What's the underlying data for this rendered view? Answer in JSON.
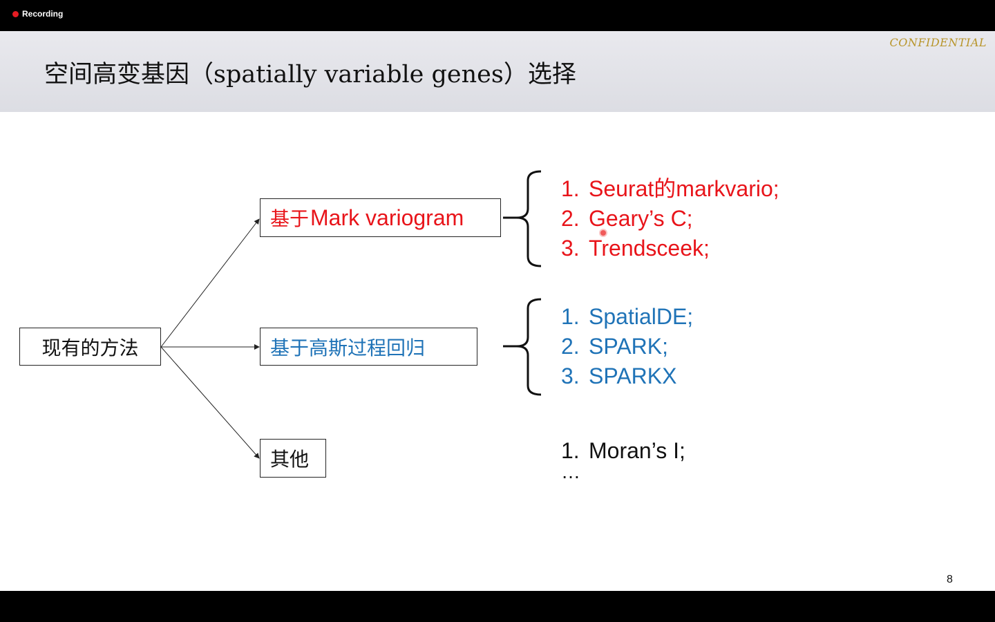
{
  "recorder": {
    "label": "Recording",
    "dot_color": "#e51c23"
  },
  "slide": {
    "confidential": "CONFIDENTIAL",
    "title": "空间高变基因（spatially variable genes）选择",
    "root_box": "现有的方法",
    "branches": [
      {
        "label_cjk": "基于",
        "label_latin": "Mark variogram",
        "color": "#e8141a",
        "items": [
          {
            "num": "1.",
            "text": "Seurat的markvario;"
          },
          {
            "num": "2.",
            "text": "Geary’s C;"
          },
          {
            "num": "3.",
            "text": "Trendsceek;"
          }
        ]
      },
      {
        "label": "基于高斯过程回归",
        "color": "#1f73b7",
        "items": [
          {
            "num": "1.",
            "text": "SpatialDE;"
          },
          {
            "num": "2.",
            "text": "SPARK;"
          },
          {
            "num": "3.",
            "text": "SPARKX"
          }
        ]
      },
      {
        "label": "其他",
        "color": "#111111",
        "items": [
          {
            "num": "1.",
            "text": "Moran’s I;"
          }
        ],
        "more": "…"
      }
    ],
    "page_number": "8"
  }
}
